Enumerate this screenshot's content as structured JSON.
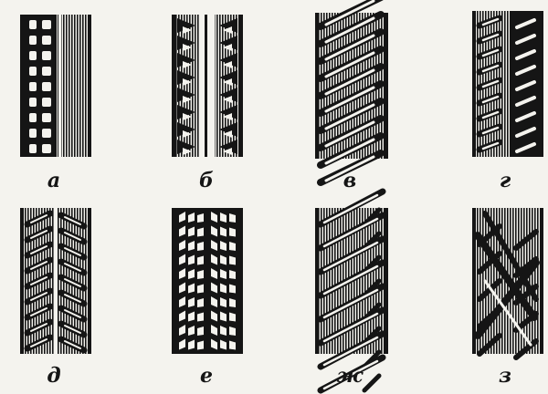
{
  "figure": {
    "ink_color": "#151515",
    "paper_color": "#f4f3ee",
    "panels": [
      {
        "label": "а",
        "pattern": "ladder-blocks"
      },
      {
        "label": "б",
        "pattern": "triangle-blocks"
      },
      {
        "label": "в",
        "pattern": "diagonal-bars"
      },
      {
        "label": "г",
        "pattern": "angled-lugs"
      },
      {
        "label": "д",
        "pattern": "chevron-lugs"
      },
      {
        "label": "е",
        "pattern": "herringbone-blocks"
      },
      {
        "label": "ж",
        "pattern": "offset-diagonals"
      },
      {
        "label": "з",
        "pattern": "crossed-diagonals"
      }
    ]
  }
}
